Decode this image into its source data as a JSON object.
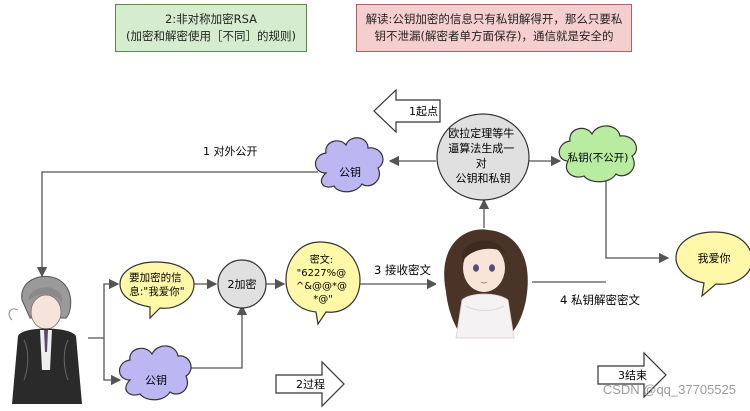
{
  "top_boxes": {
    "left": {
      "line1": "2:非对称加密RSA",
      "line2": "(加密和解密使用［不同］的规则)"
    },
    "right": {
      "line1": "解读:公钥加密的信息只有私钥解得开，那么只要私",
      "line2": "钥不泄漏(解密者单方面保存)，通信就是安全的"
    }
  },
  "nodes": {
    "origin_arrow": "1起点",
    "process_arrow": "2过程",
    "end_arrow": "3结束",
    "generator": [
      "欧拉定理等牛",
      "逼算法生成一",
      "对",
      "公钥和私钥"
    ],
    "public_key_top": "公钥",
    "private_key": "私钥(不公开)",
    "message": [
      "要加密的信",
      "息:\"我爱你\""
    ],
    "encrypt": "2加密",
    "ciphertext": [
      "密文:",
      "\"6227%@",
      "^&@@*@",
      "*@\""
    ],
    "public_key_bottom": "公钥",
    "decrypted": "我爱你"
  },
  "edge_labels": {
    "publish": "1 对外公开",
    "receive": "3 接收密文",
    "decrypt": "4 私钥解密密文"
  },
  "watermark": "CSDN @qq_37705525",
  "colors": {
    "green_box": "#d6ecce",
    "red_box": "#f5cfcf",
    "cloud_purple": "#bcb6f2",
    "cloud_green": "#b8eca0",
    "bubble_yellow": "#fff8a8",
    "node_gray": "#e0e0e0"
  }
}
